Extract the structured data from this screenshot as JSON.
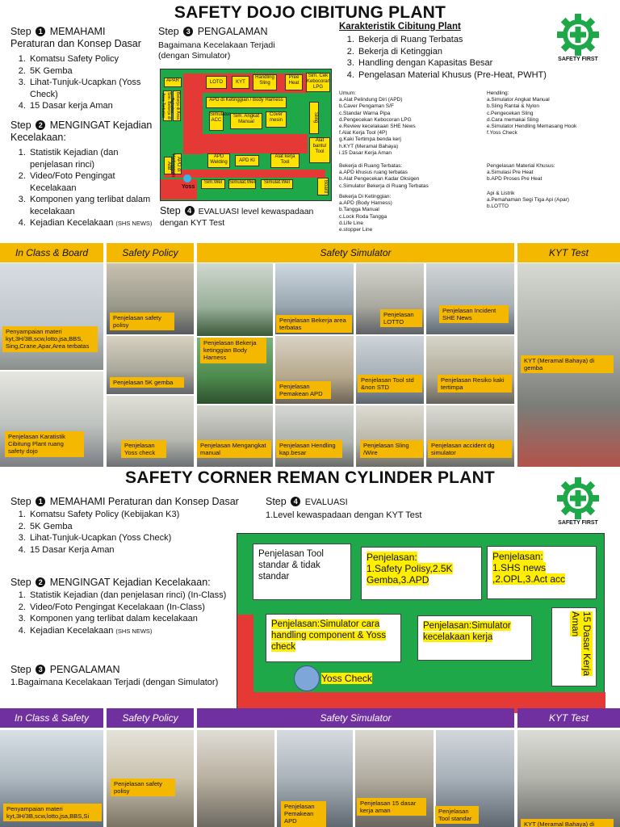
{
  "top": {
    "title": "SAFETY DOJO CIBITUNG PLANT",
    "step1": {
      "prefix": "Step",
      "num": "1",
      "label": "MEMAHAMI",
      "label2": "Peraturan dan Konsep Dasar",
      "items": [
        "Komatsu Safety Policy",
        "5K Gemba",
        "Lihat-Tunjuk-Ucapkan (Yoss Check)",
        "15 Dasar kerja Aman"
      ]
    },
    "step2": {
      "prefix": "Step",
      "num": "2",
      "label": "MENGINGAT Kejadian Kecelakaan:",
      "items": [
        "Statistik Kejadian (dan penjelasan rinci)",
        "Video/Foto Pengingat Kecelakaan",
        "Komponen yang terlibat dalam kecelakaan",
        "Kejadian Kecelakaan"
      ],
      "item4_tag": "(SHS NEWS)"
    },
    "step3": {
      "prefix": "Step",
      "num": "3",
      "label": "PENGALAMAN",
      "sub": "Bagaimana Kecelakaan Terjadi (dengan Simulator)"
    },
    "step4": {
      "prefix": "Step",
      "num": "4",
      "label": "EVALUASI level kewaspadaan dengan KYT Test"
    },
    "karakteristik": {
      "heading": "Karakteristik Cibitung Plant",
      "items": [
        "Bekerja di Ruang Terbatas",
        "Bekerja di Ketinggian",
        "Handling dengan Kapasitas Besar",
        "Pengelasan Material Khusus (Pre-Heat, PWHT)"
      ]
    },
    "umum": {
      "heading": "Umum:",
      "items": [
        "a.Alat Pelindung Diri (APD)",
        "b.Caver Pengaman S/F",
        "c.Standar Warna Pipa",
        "d.Pengecekan Kebocoran LPG",
        "e.Review kecelakaan SHE News",
        "f.Alat Kerja Tool (4P)",
        "g.Kaki Tertimpa benda kerj",
        "h.KYT (Meramal Bahaya)",
        "i.15 Dasar Kerja Aman"
      ]
    },
    "ruang": {
      "heading": "Bekerja di Ruang Terbatas:",
      "items": [
        "a.APD khusus ruang terbatas",
        "b.Alat Pengecekan Kadar Oksigen",
        "c.Simulator Bekerja di Ruang Terbatas"
      ]
    },
    "ketinggian": {
      "heading": "Bekerja Di Ketinggian:",
      "items": [
        "a.APD (Body Harness)",
        "b.Tangga Manual",
        "c.Lock Roda Tangga",
        "d.Life Line",
        "e.stopper Line"
      ]
    },
    "hendling": {
      "heading": "Hendling:",
      "items": [
        "a.Simulator Angkat Manual",
        "b.Sling Rantai & Nylon",
        "c.Pengecekan Sling",
        "d.Cara memakai Sling",
        "e.Simulator Hendling Memasang Hook",
        "f.Yoss Check"
      ]
    },
    "pengelasan": {
      "heading": "Pengelasan Material Khusus:",
      "items": [
        "a.Simulasi Pre Heat",
        "b.APD Proses Pre Heat"
      ]
    },
    "api": {
      "heading": "Api & Listrik",
      "items": [
        "a.Pemahaman Segi Tiga Api (Apar)",
        "b.LOTTO"
      ]
    },
    "floor": {
      "apar": "APAR",
      "loto": "LOTO",
      "kyt": "KYT",
      "handling": "Handling Sling",
      "preeheat": "Pree Heat",
      "simcek": "Sim. Cek Kebocoran LPG",
      "bekerja": "Sim. Bekerja di Area Terbatas",
      "bekerja2": "Bekerja di Area Terbatas",
      "apdket": "APD di Ketinggian / Body Harness",
      "simulator": "Simulator ACC",
      "simangkat": "Sim. Angkat Manual",
      "cover": "Cover mesin",
      "sling": "Sling",
      "alatbantu": "Alat bantu/ Tool",
      "apdwelding": "APD Welding",
      "apdki": "APD KI",
      "alatkerja": "Alat kerja Tool",
      "yoss": "Yoss",
      "simwel": "Sim.Wel",
      "simulatwel": "Simulat.Wel",
      "simulwel": "Simulat.Wel",
      "board": "Board",
      "alat": "Alat",
      "apd": "APD di Ketinggian"
    },
    "bars": [
      "In Class & Board",
      "Safety Policy",
      "Safety Simulator",
      "KYT Test"
    ],
    "captions": [
      "Penyampaian materi kyt,3H/3B,scw,lotto,jsa,BBS, Sing,Crane,Apar,Area terbatas",
      "Penjelasan Karatistik Cibitung Plant ruang safety dojo",
      "Penjelasan safety polisy",
      "Penjelasan 5K gemba",
      "Penjelasan Yoss check",
      "Penjelasan Bekerja ketinggian Body Harness",
      "Penjelasan Mengangkat manual",
      "Penjelasan Bekerja area terbatas",
      "Penjelasan Pemakean APD",
      "Penjelasan Hendling kap.besar",
      "Penjelasan LOTTO",
      "Penjelasan Tool std &non STD",
      "Penjelasan Sling /Wire",
      "Penjelasan Incident SHE News",
      "Penjelasan Resiko kaki tertimpa",
      "Penjelasan accident dg simulator",
      "KYT (Meramal Bahaya) di gemba"
    ]
  },
  "bottom": {
    "title": "SAFETY CORNER REMAN CYLINDER PLANT",
    "step1": {
      "prefix": "Step",
      "num": "1",
      "label": "MEMAHAMI Peraturan dan Konsep Dasar",
      "items": [
        "Komatsu Safety Policy (Kebijakan K3)",
        "5K Gemba",
        "Lihat-Tunjuk-Ucapkan (Yoss Check)",
        "15 Dasar Kerja Aman"
      ]
    },
    "step2": {
      "prefix": "Step",
      "num": "2",
      "label": "MENGINGAT Kejadian Kecelakaan:",
      "items": [
        "Statistik Kejadian (dan penjelasan rinci) (In-Class)",
        "Video/Foto Pengingat Kecelakaan (In-Class)",
        "Komponen yang terlibat dalam kecelakaan",
        "Kejadian Kecelakaan"
      ],
      "item4_tag": "(SHS NEWS)"
    },
    "step3": {
      "prefix": "Step",
      "num": "3",
      "label": "PENGALAMAN",
      "sub": "1.Bagaimana Kecelakaan Terjadi   (dengan Simulator)"
    },
    "step4": {
      "prefix": "Step",
      "num": "4",
      "label": "EVALUASI",
      "sub": "1.Level kewaspadaan dengan KYT Test"
    },
    "map": {
      "box1": "Penjelasan Tool standar & tidak standar",
      "box2a": "Penjelasan:",
      "box2b": "1.Safety Polisy,2.5K Gemba,3.APD",
      "box3a": "Penjelasan:",
      "box3b": "1.SHS news ,2.OPL,3.Act acc",
      "box4": "Penjelasan:Simulator cara handling component & Yoss check",
      "box5": "Penjelasan:Simulator kecelakaan kerja",
      "box6": "15 Dasar Kerja Aman",
      "yoss": "Yoss Check"
    },
    "bars": [
      "In Class & Safety",
      "Safety Policy",
      "Safety Simulator",
      "KYT Test"
    ],
    "captions": [
      "Penyampaian materi kyt,3H/3B,scw,lotto,jsa,BBS,Si",
      "Penjelasan safety polisy",
      "Penjelasan Pemakean APD",
      "Penjelasan 15 dasar kerja aman",
      "Penjelasan Tool standar",
      "KYT (Meramal Bahaya) di"
    ]
  },
  "logo": {
    "text": "SAFETY FIRST"
  },
  "colors": {
    "orange": "#f5b800",
    "purple": "#7030a0",
    "green": "#1ea84a",
    "red": "#e53935"
  }
}
